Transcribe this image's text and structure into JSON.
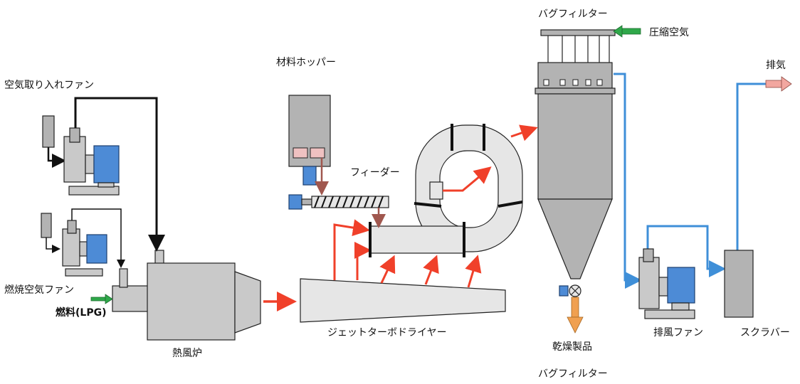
{
  "labels": {
    "bag_filter_top": "バグフィルター",
    "compressed_air": "圧縮空気",
    "exhaust": "排気",
    "material_hopper": "材料ホッパー",
    "air_intake_fan": "空気取り入れファン",
    "feeder": "フィーダー",
    "combustion_air_fan": "燃焼空気ファン",
    "fuel": "燃料(LPG)",
    "hot_air_furnace": "熱風炉",
    "jet_turbo_dryer": "ジェットターボドライヤー",
    "dried_product": "乾燥製品",
    "exhaust_fan": "排風ファン",
    "scrubber": "スクラバー",
    "bag_filter_bottom": "バグフィルター"
  },
  "colors": {
    "hot_air_arrow": "#f0402a",
    "feed_arrow": "#a0574e",
    "exhaust_line": "#3f8fd8",
    "fuel_arrow": "#2fa84a",
    "compressed_air_arrow": "#2fa84a",
    "product_arrow": "#f0a050",
    "exhaust_out_arrow": "#f2a7a0",
    "motor_blue": "#4d8bd6"
  },
  "icons": {
    "fan": "centrifugal-fan-icon",
    "motor": "electric-motor-icon",
    "valve": "rotary-valve-icon"
  }
}
